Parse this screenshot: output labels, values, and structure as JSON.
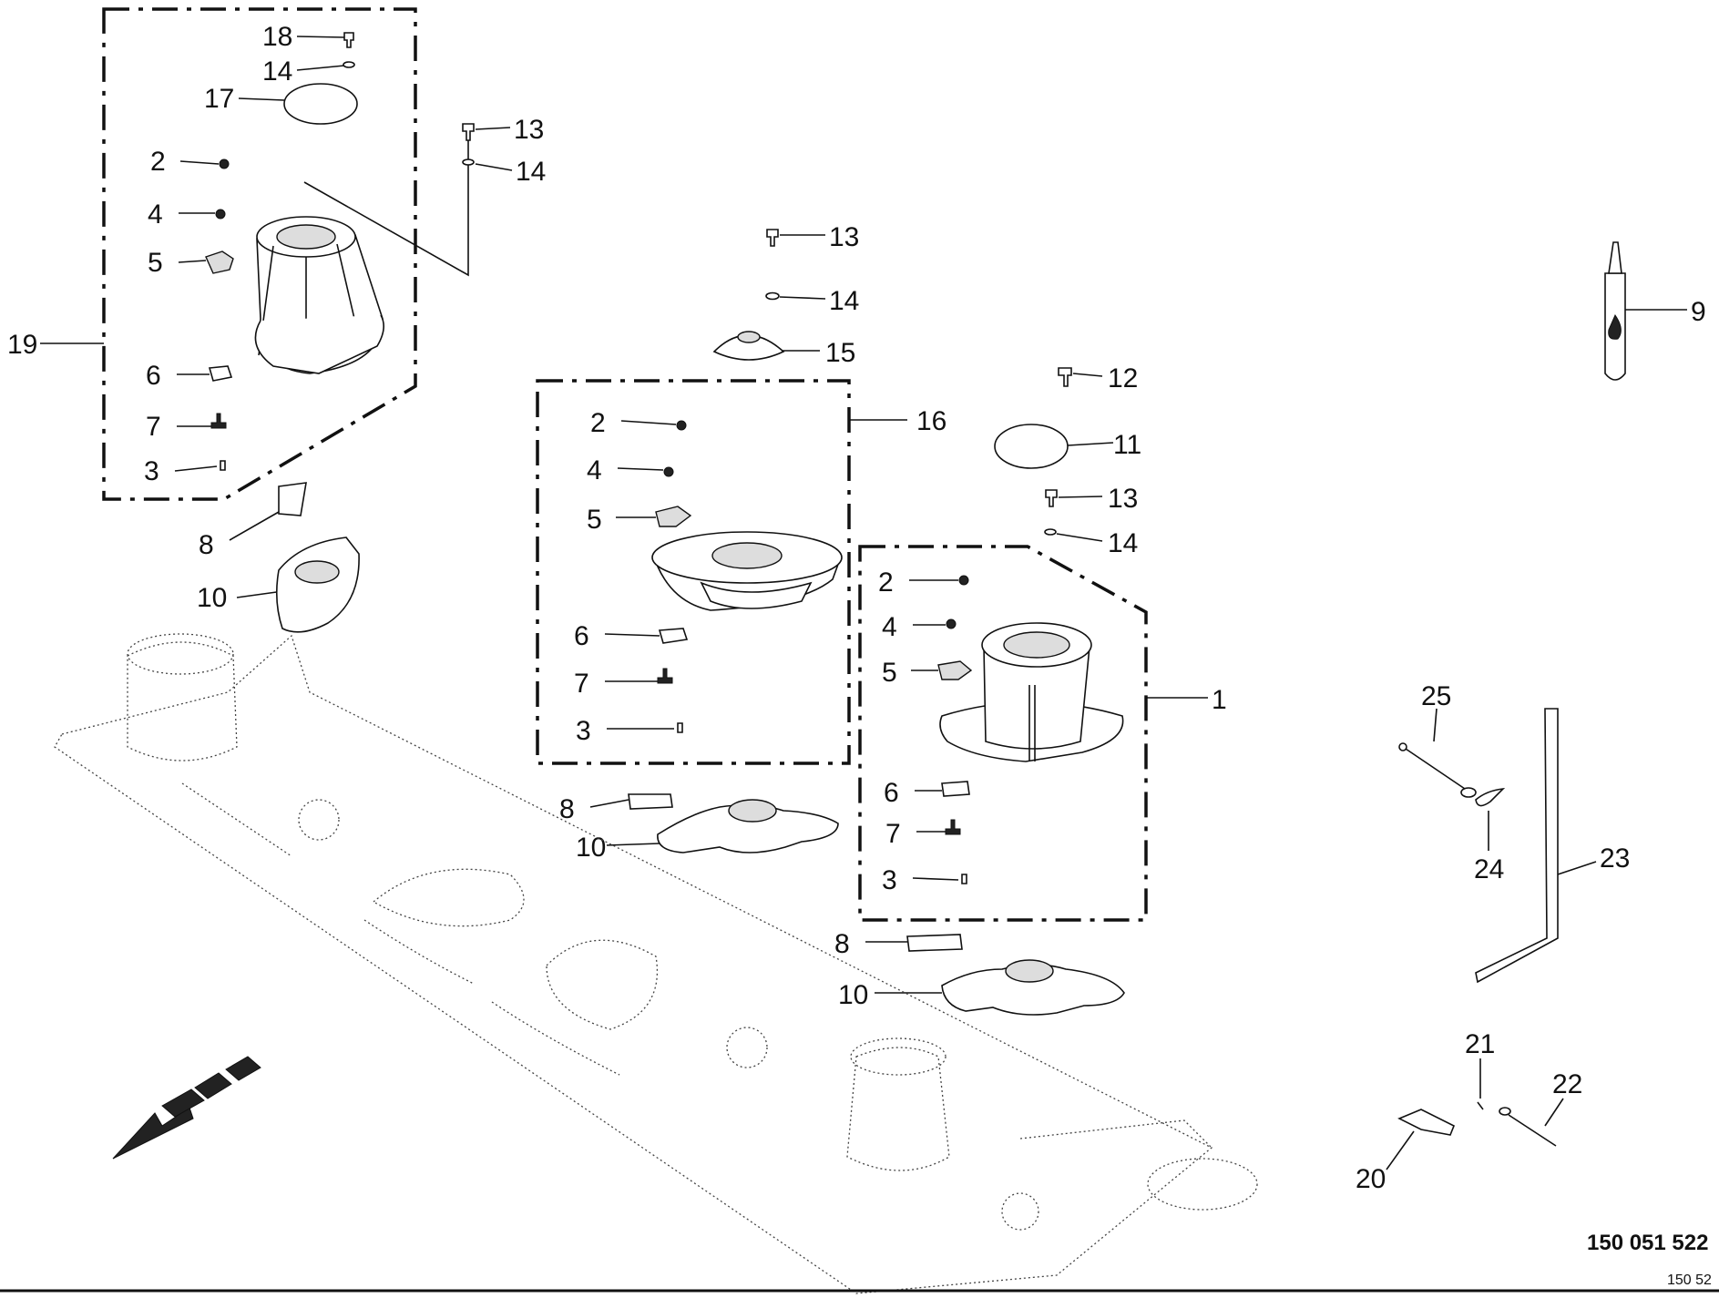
{
  "labels": {
    "g19": {
      "n18": "18",
      "n14": "14",
      "n17": "17",
      "n2": "2",
      "n4": "4",
      "n5": "5",
      "n6": "6",
      "n7": "7",
      "n3": "3",
      "n19": "19",
      "n8": "8",
      "n10": "10"
    },
    "gtop": {
      "n13a": "13",
      "n14a": "14",
      "n13b": "13",
      "n14b": "14",
      "n15": "15",
      "n9": "9",
      "n12": "12",
      "n11": "11",
      "n13c": "13",
      "n14c": "14"
    },
    "g16": {
      "n2": "2",
      "n4": "4",
      "n5": "5",
      "n6": "6",
      "n7": "7",
      "n3": "3",
      "n16": "16",
      "n8": "8",
      "n10": "10"
    },
    "g1": {
      "n2": "2",
      "n4": "4",
      "n5": "5",
      "n6": "6",
      "n7": "7",
      "n3": "3",
      "n1": "1",
      "n8": "8",
      "n10": "10"
    },
    "tools": {
      "n25": "25",
      "n24": "24",
      "n23": "23",
      "n21": "21",
      "n22": "22",
      "n20": "20"
    }
  },
  "drawing_number": "150 051 522",
  "drawing_number_small": "150 52"
}
